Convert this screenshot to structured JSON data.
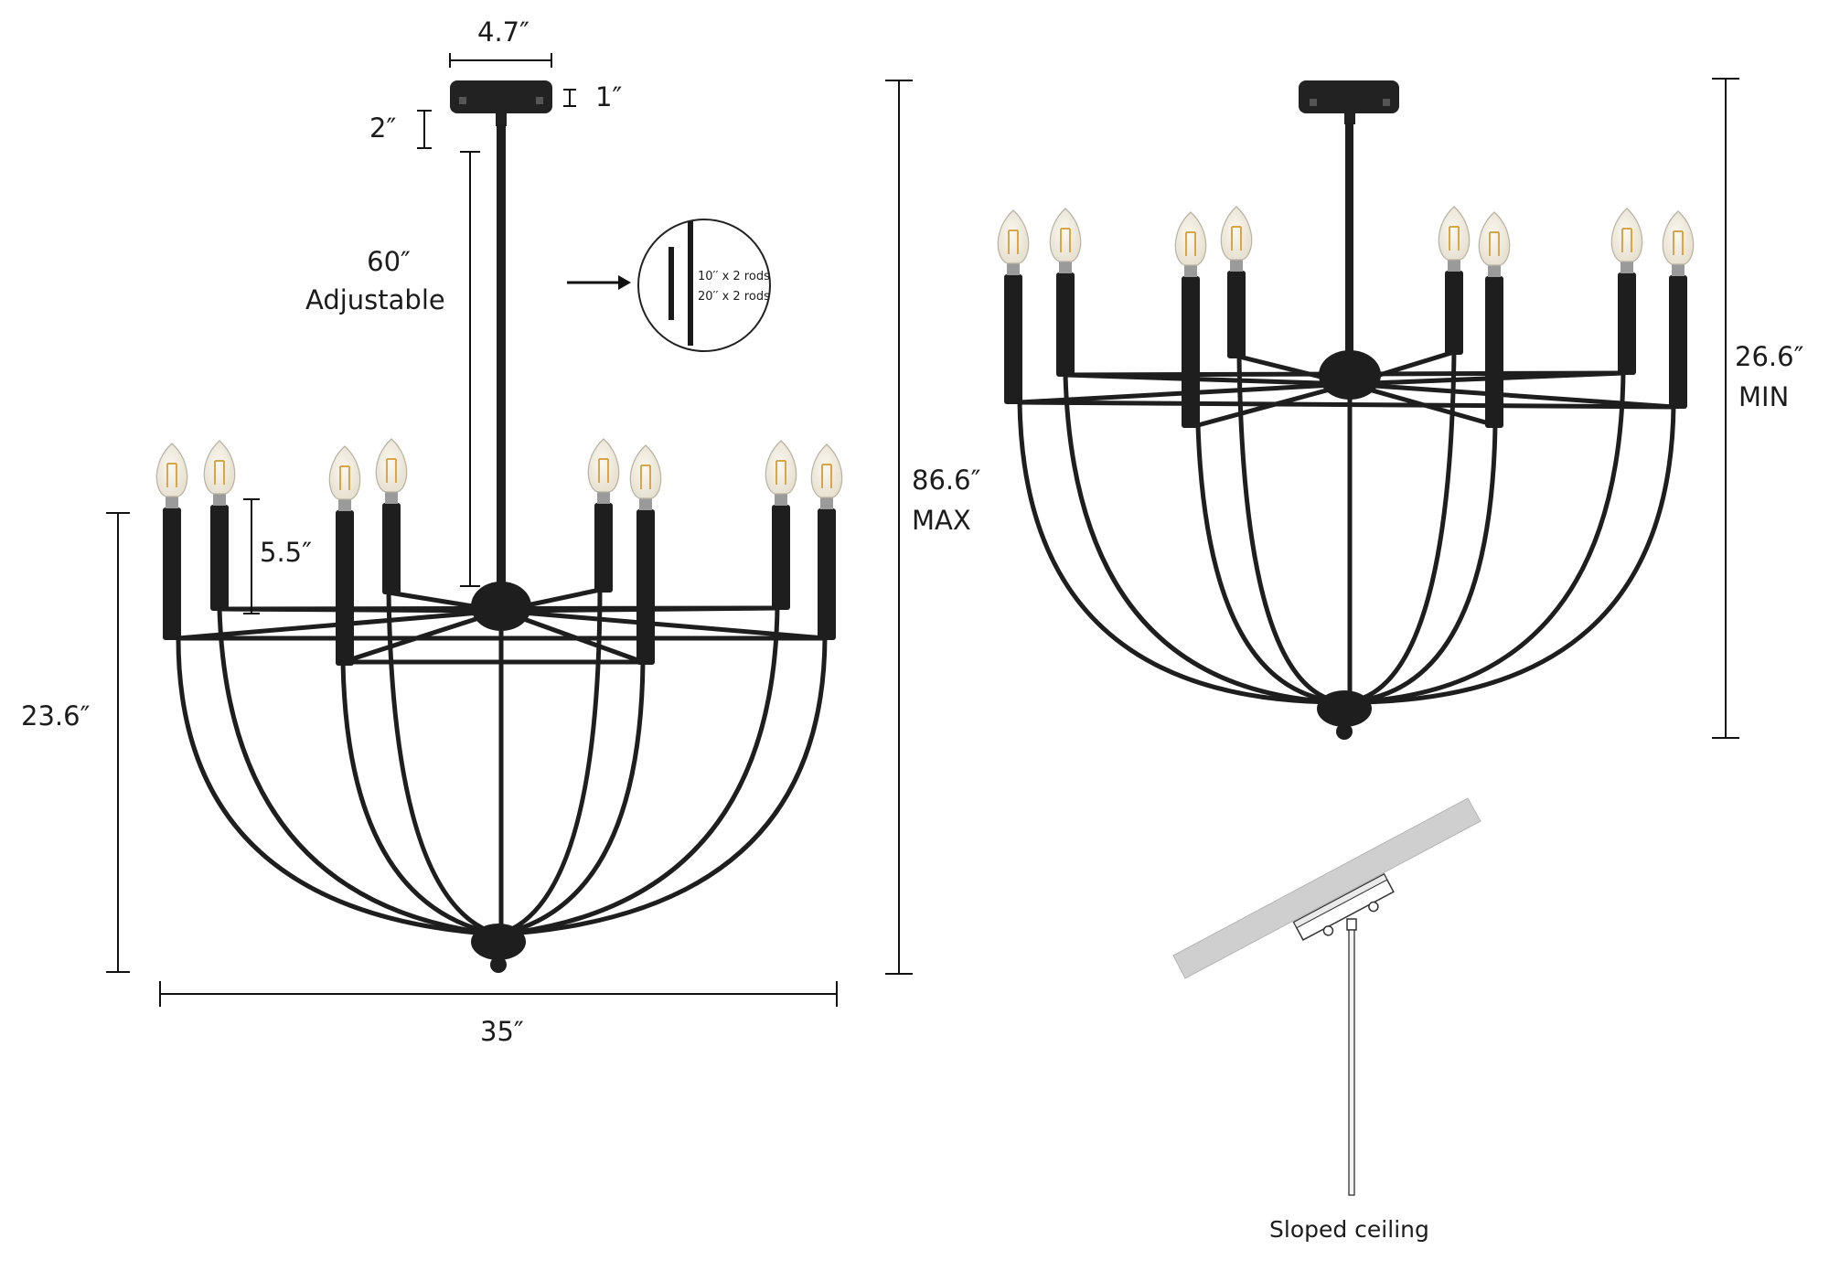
{
  "dimensions": {
    "canopy_width": "4.7″",
    "canopy_height": "1″",
    "rod_gap": "2″",
    "rod_length": "60″",
    "rod_length_note": "Adjustable",
    "candle_height": "5.5″",
    "body_height": "23.6″",
    "body_width": "35″",
    "overall_max": "86.6″",
    "overall_max_note": "MAX",
    "overall_min": "26.6″",
    "overall_min_note": "MIN"
  },
  "rods_callout": {
    "line1": "10′′ x 2 rods",
    "line2": "20′′ x 2 rods"
  },
  "sloped_ceiling": {
    "caption": "Sloped ceiling"
  },
  "colors": {
    "fixture": "#1e1e1e",
    "bulb_glass": "#f3efe6",
    "bulb_filament": "#d8a64a",
    "ceiling_gray": "#cfcfcf",
    "dimension_line": "#111111"
  },
  "icons": {
    "arrow": "right-arrow-icon",
    "rods": "rods-icon"
  }
}
